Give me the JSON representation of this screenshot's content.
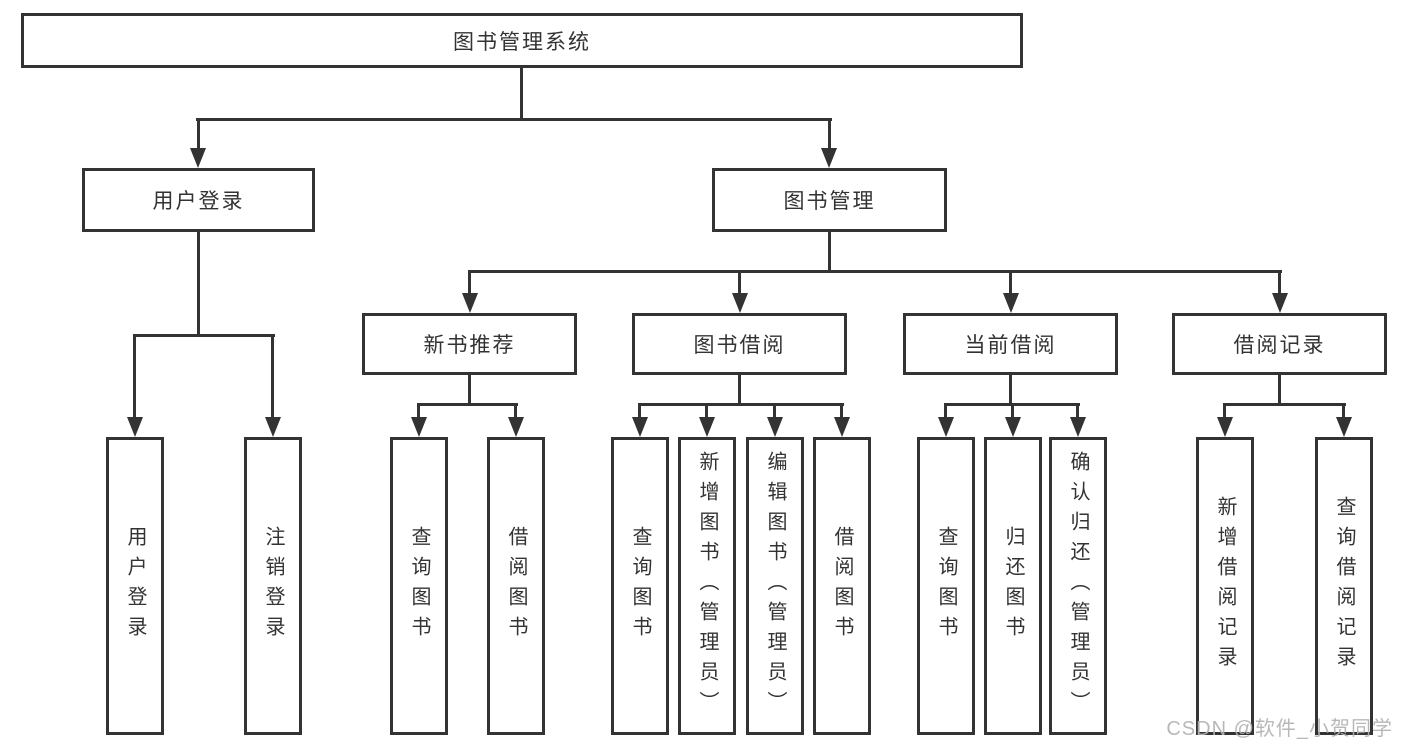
{
  "colors": {
    "background": "#ffffff",
    "line": "#333333",
    "box_border": "#333333",
    "text": "#333333",
    "watermark": "#b2b2b2"
  },
  "watermark": {
    "text": "CSDN @软件_小贺同学"
  },
  "tree": {
    "root": "图书管理系统",
    "branches": [
      {
        "label": "用户登录",
        "children": [
          "用户登录",
          "注销登录"
        ]
      },
      {
        "label": "图书管理",
        "groups": [
          {
            "label": "新书推荐",
            "children": [
              "查询图书",
              "借阅图书"
            ]
          },
          {
            "label": "图书借阅",
            "children": [
              "查询图书",
              "新增图书（管理员）",
              "编辑图书（管理员）",
              "借阅图书"
            ]
          },
          {
            "label": "当前借阅",
            "children": [
              "查询图书",
              "归还图书",
              "确认归还（管理员）"
            ]
          },
          {
            "label": "借阅记录",
            "children": [
              "新增借阅记录",
              "查询借阅记录"
            ]
          }
        ]
      }
    ]
  }
}
